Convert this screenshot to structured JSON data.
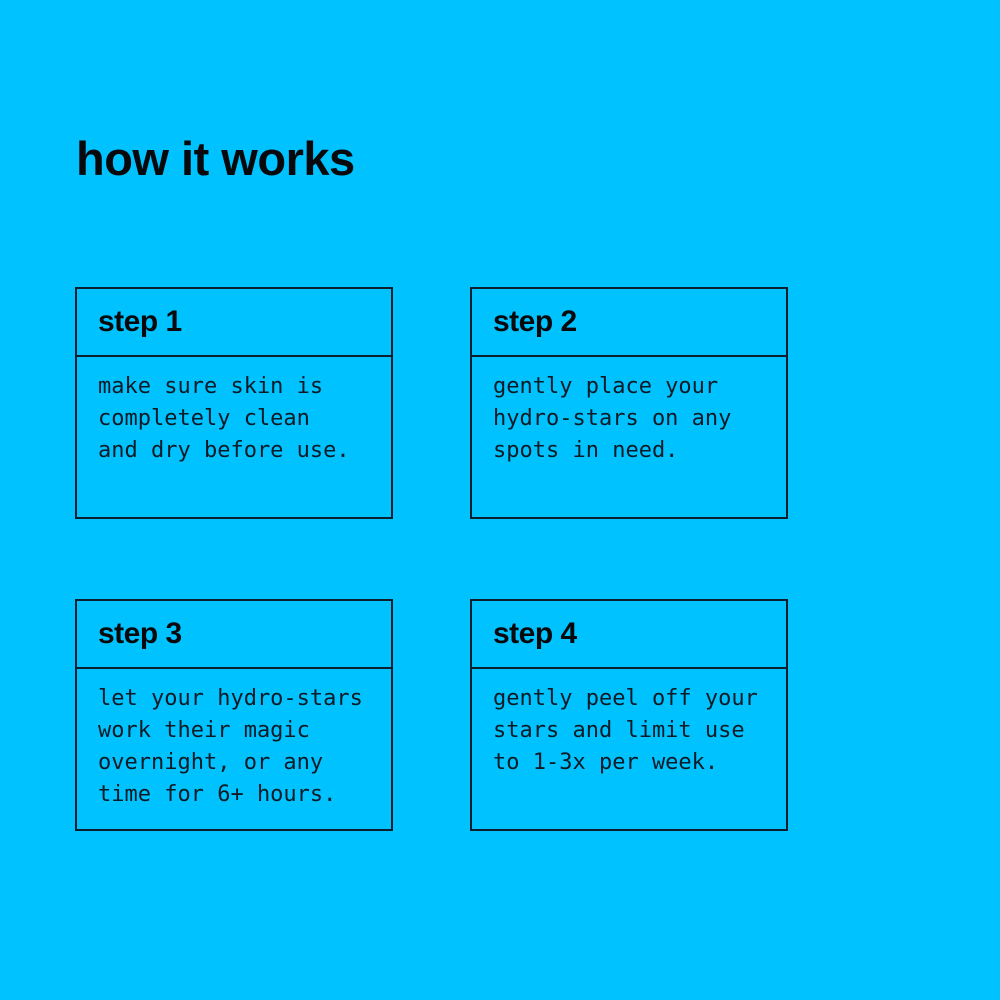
{
  "page": {
    "background_color": "#00c2ff",
    "text_color": "#0d1b26",
    "border_color": "#0d1f2d"
  },
  "header": {
    "title": "how it works"
  },
  "steps": [
    {
      "label": "step 1",
      "lines": [
        "make sure skin is",
        "completely clean",
        "and dry before use."
      ]
    },
    {
      "label": "step 2",
      "lines": [
        "gently place your",
        "hydro-stars on any",
        "spots in need."
      ]
    },
    {
      "label": "step 3",
      "lines": [
        "let your hydro-stars",
        "work their magic",
        "overnight, or any",
        "time for 6+ hours."
      ]
    },
    {
      "label": "step 4",
      "lines": [
        "gently peel off your",
        "stars and limit use",
        "to 1-3x per week."
      ]
    }
  ]
}
